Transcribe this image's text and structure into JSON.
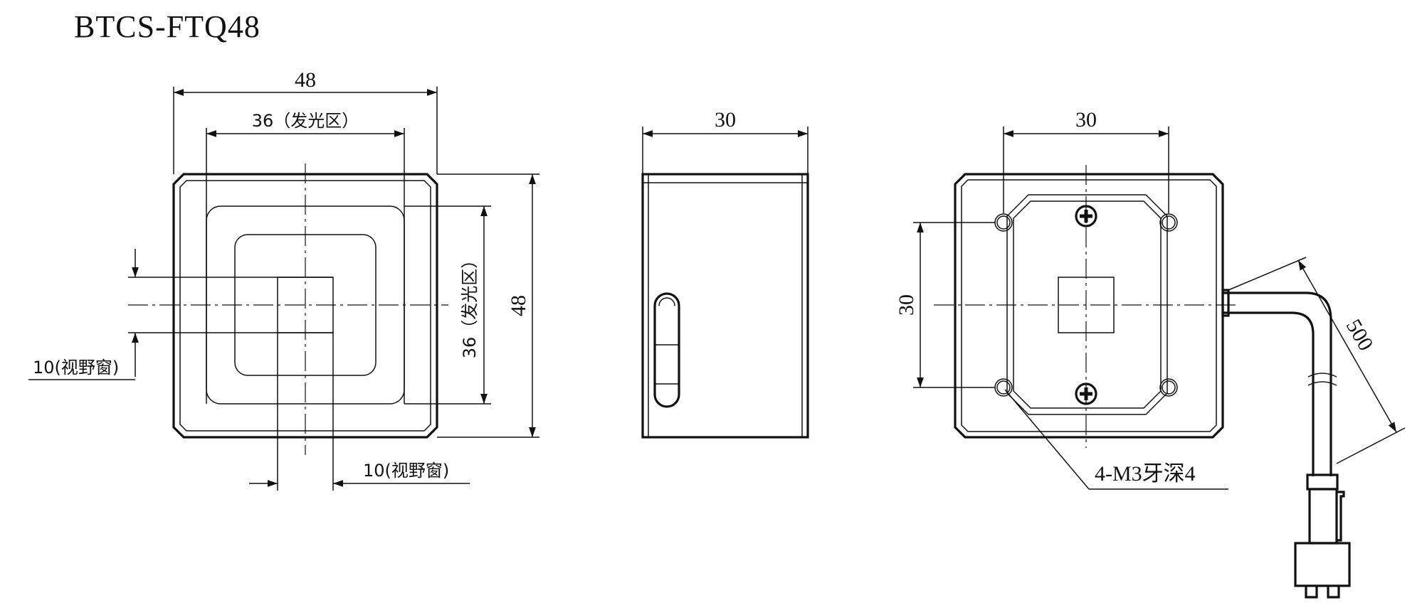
{
  "title": "BTCS-FTQ48",
  "front_view": {
    "width_dim": "48",
    "glow_width_dim": "36（发光区）",
    "height_dim": "48",
    "glow_height_dim": "36（发光区）",
    "window_left_dim": "10(视野窗)",
    "window_bottom_dim": "10(视野窗)"
  },
  "side_view": {
    "width_dim": "30"
  },
  "back_view": {
    "hole_spacing_h": "30",
    "hole_spacing_v": "30",
    "cable_length": "500",
    "thread_note": "4-M3牙深4"
  },
  "colors": {
    "line": "#111111",
    "background": "#ffffff"
  }
}
